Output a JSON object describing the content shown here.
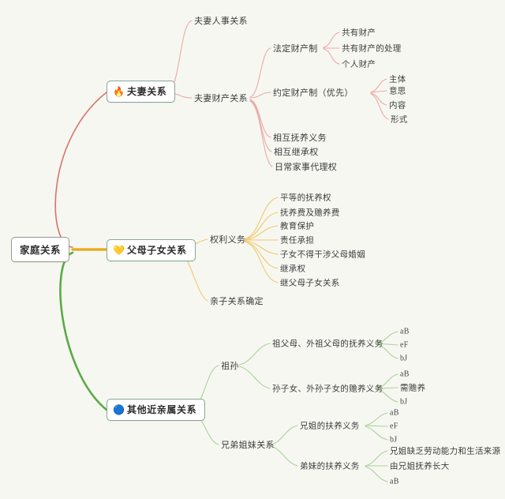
{
  "diagram": {
    "type": "mind-map",
    "title": "家庭关系",
    "background_color": "#f7f7f2",
    "root": {
      "label": "家庭关系"
    },
    "branch_colors": {
      "spouse": "#d9726a",
      "parent_child": "#e8a817",
      "other_kin": "#5aaa46"
    },
    "branches": [
      {
        "id": "spouse",
        "label": "夫妻关系",
        "icon": "flame-icon",
        "icon_glyph": "🔥",
        "color": "#d9726a",
        "children": [
          {
            "label": "夫妻人事关系",
            "children": []
          },
          {
            "label": "夫妻财产关系",
            "children": [
              {
                "label": "法定财产制",
                "children": [
                  {
                    "label": "共有财产"
                  },
                  {
                    "label": "共有财产的处理"
                  },
                  {
                    "label": "个人财产"
                  }
                ]
              },
              {
                "label": "约定财产制（优先）",
                "children": [
                  {
                    "label": "主体"
                  },
                  {
                    "label": "意思"
                  },
                  {
                    "label": "内容"
                  },
                  {
                    "label": "形式"
                  }
                ]
              },
              {
                "label": "相互抚养义务"
              },
              {
                "label": "相互继承权"
              },
              {
                "label": "日常家事代理权"
              }
            ]
          }
        ]
      },
      {
        "id": "parent_child",
        "label": "父母子女关系",
        "icon": "diamond-icon",
        "icon_glyph": "💛",
        "color": "#e8a817",
        "children": [
          {
            "label": "权利义务",
            "children": [
              {
                "label": "平等的抚养权"
              },
              {
                "label": "抚养费及赡养费"
              },
              {
                "label": "教育保护"
              },
              {
                "label": "责任承担"
              },
              {
                "label": "子女不得干涉父母婚姻"
              },
              {
                "label": "继承权"
              },
              {
                "label": "继父母子女关系"
              }
            ]
          },
          {
            "label": "亲子关系确定",
            "children": []
          }
        ]
      },
      {
        "id": "other_kin",
        "label": "其他近亲属关系",
        "icon": "blue-flame-icon",
        "icon_glyph": "🔵",
        "color": "#5aaa46",
        "children": [
          {
            "label": "祖孙",
            "children": [
              {
                "label": "祖父母、外祖父母的抚养义务",
                "children": [
                  {
                    "label": "aB"
                  },
                  {
                    "label": "eF"
                  },
                  {
                    "label": "bJ"
                  }
                ]
              },
              {
                "label": "孙子女、外孙子女的赡养义务",
                "children": [
                  {
                    "label": "aB"
                  },
                  {
                    "label": "需赡养"
                  },
                  {
                    "label": "bJ"
                  }
                ]
              }
            ]
          },
          {
            "label": "兄弟姐妹关系",
            "children": [
              {
                "label": "兄姐的扶养义务",
                "children": [
                  {
                    "label": "aB"
                  },
                  {
                    "label": "eF"
                  },
                  {
                    "label": "bJ"
                  }
                ]
              },
              {
                "label": "弟妹的扶养义务",
                "children": [
                  {
                    "label": "兄姐缺乏劳动能力和生活来源"
                  },
                  {
                    "label": "由兄姐抚养长大"
                  },
                  {
                    "label": "aB"
                  }
                ]
              }
            ]
          }
        ]
      }
    ]
  }
}
